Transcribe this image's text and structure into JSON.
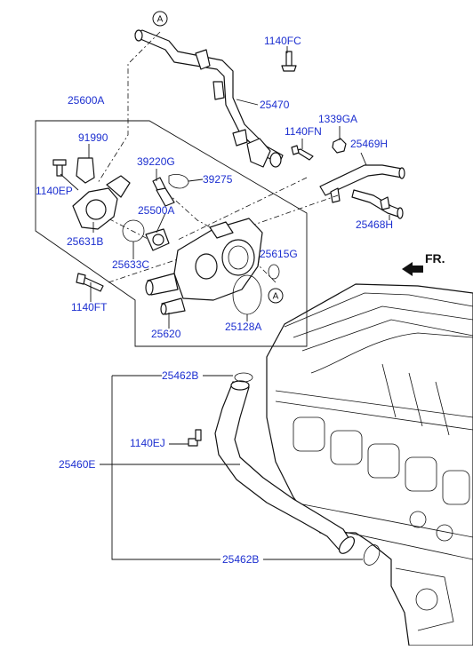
{
  "parts": {
    "p25600A": "25600A",
    "p91990": "91990",
    "p1140EP": "1140EP",
    "p25631B": "25631B",
    "p39220G": "39220G",
    "p39275": "39275",
    "p25500A": "25500A",
    "p25633C": "25633C",
    "p1140FT": "1140FT",
    "p25620": "25620",
    "p25128A": "25128A",
    "p25615G": "25615G",
    "p1140FC": "1140FC",
    "p25470": "25470",
    "p1339GA": "1339GA",
    "p1140FN": "1140FN",
    "p25469H": "25469H",
    "p25468H": "25468H",
    "p25462B_top": "25462B",
    "p1140EJ": "1140EJ",
    "p25460E": "25460E",
    "p25462B_bottom": "25462B"
  },
  "refs": {
    "ref_top": "A",
    "ref_mid": "A"
  },
  "direction": {
    "label": "FR."
  }
}
